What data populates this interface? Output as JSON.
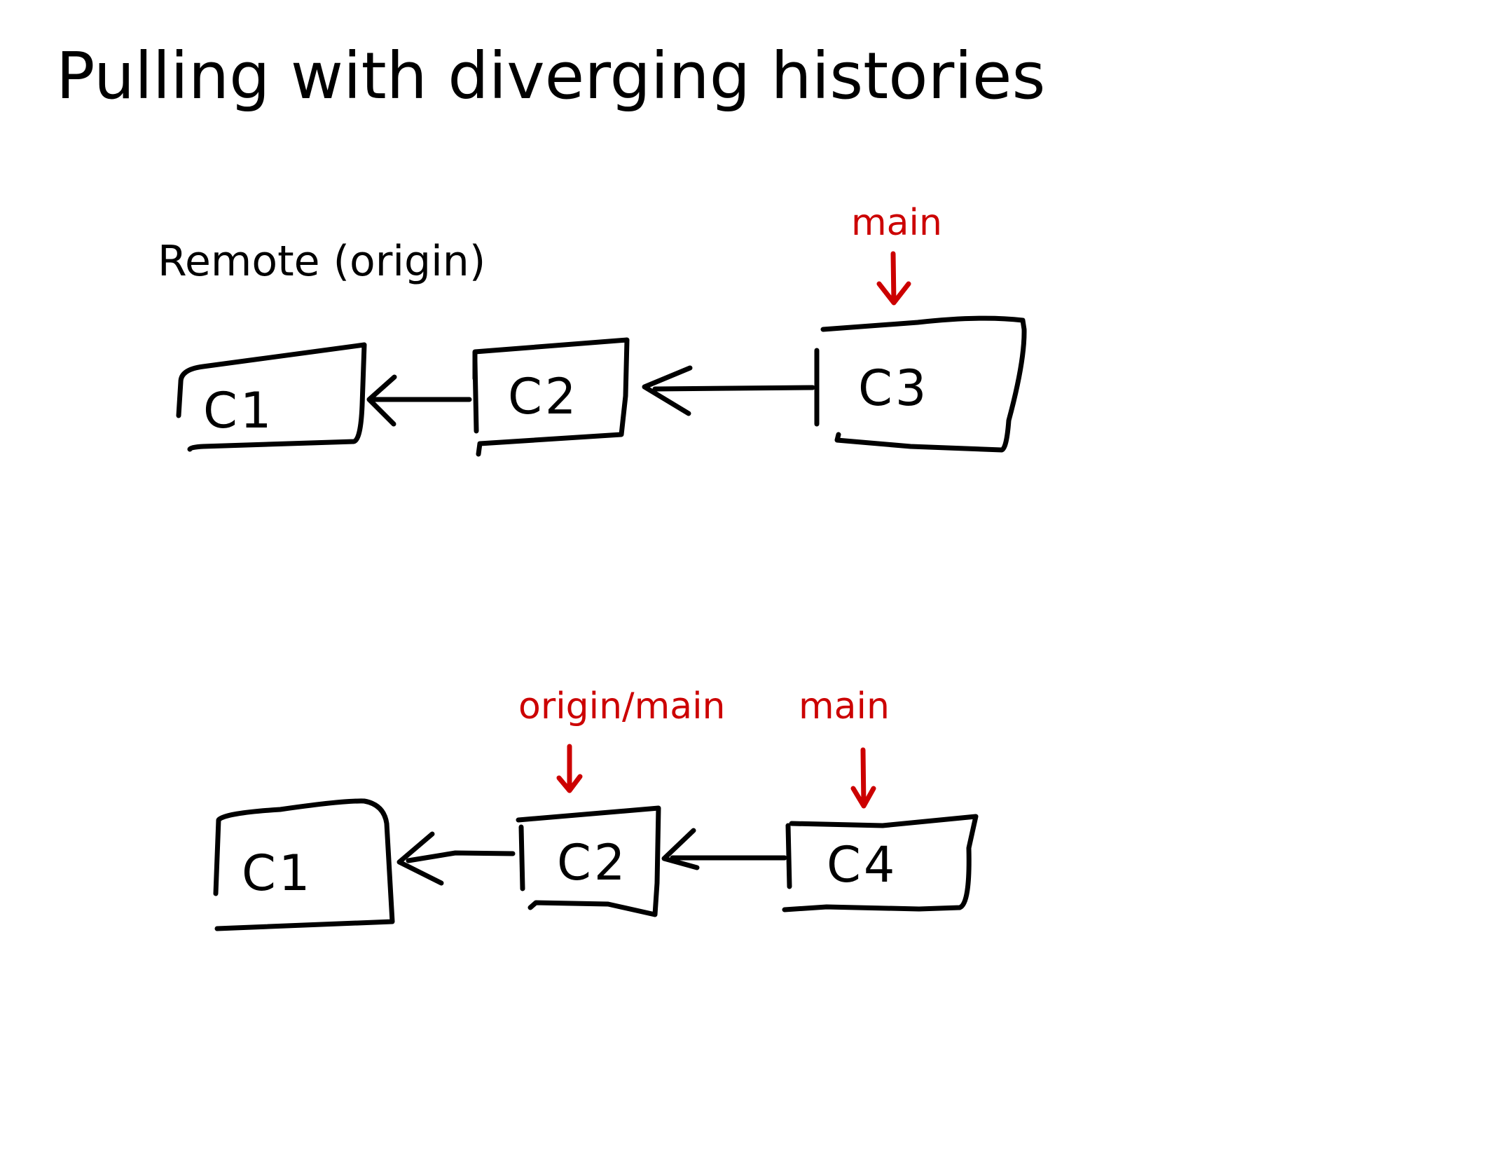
{
  "title": "Pulling with diverging histories",
  "colors": {
    "ink": "#000000",
    "branch": "#cc0000",
    "background": "#ffffff"
  },
  "groups": [
    {
      "id": "remote",
      "label": "Remote (origin)",
      "commits": [
        "C1",
        "C2",
        "C3"
      ],
      "edges": [
        [
          "C2",
          "C1"
        ],
        [
          "C3",
          "C2"
        ]
      ],
      "refs": [
        {
          "label": "main",
          "target": "C3"
        }
      ]
    },
    {
      "id": "local",
      "label": "",
      "commits": [
        "C1",
        "C2",
        "C4"
      ],
      "edges": [
        [
          "C2",
          "C1"
        ],
        [
          "C4",
          "C2"
        ]
      ],
      "refs": [
        {
          "label": "origin/main",
          "target": "C2"
        },
        {
          "label": "main",
          "target": "C4"
        }
      ]
    }
  ]
}
